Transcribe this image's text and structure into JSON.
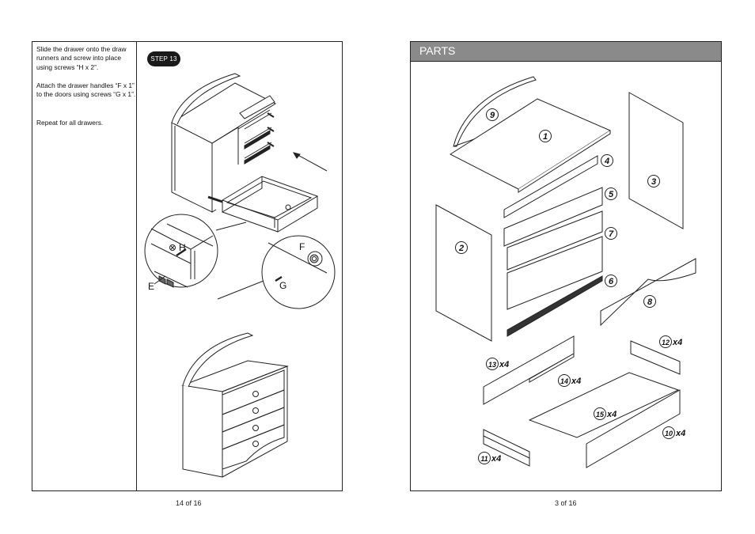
{
  "left_page": {
    "instructions": [
      "Slide the drawer onto the draw runners and screw into place using screws “H x 2”.",
      "Attach the drawer handles “F x 1” to the doors using screws  “G x 1”.",
      "Repeat for all drawers."
    ],
    "step_label": "STEP 13",
    "callouts": {
      "h": "H",
      "e": "E",
      "f": "F",
      "g": "G"
    },
    "page_number": "14 of 16"
  },
  "right_page": {
    "header_title": "PARTS",
    "parts": [
      {
        "num": "1",
        "qty": ""
      },
      {
        "num": "2",
        "qty": ""
      },
      {
        "num": "3",
        "qty": ""
      },
      {
        "num": "4",
        "qty": ""
      },
      {
        "num": "5",
        "qty": ""
      },
      {
        "num": "6",
        "qty": ""
      },
      {
        "num": "7",
        "qty": ""
      },
      {
        "num": "8",
        "qty": ""
      },
      {
        "num": "9",
        "qty": ""
      },
      {
        "num": "10",
        "qty": "x4"
      },
      {
        "num": "11",
        "qty": "x4"
      },
      {
        "num": "12",
        "qty": "x4"
      },
      {
        "num": "13",
        "qty": "x4"
      },
      {
        "num": "14",
        "qty": "x4"
      },
      {
        "num": "15",
        "qty": "x4"
      }
    ],
    "page_number": "3 of 16"
  }
}
